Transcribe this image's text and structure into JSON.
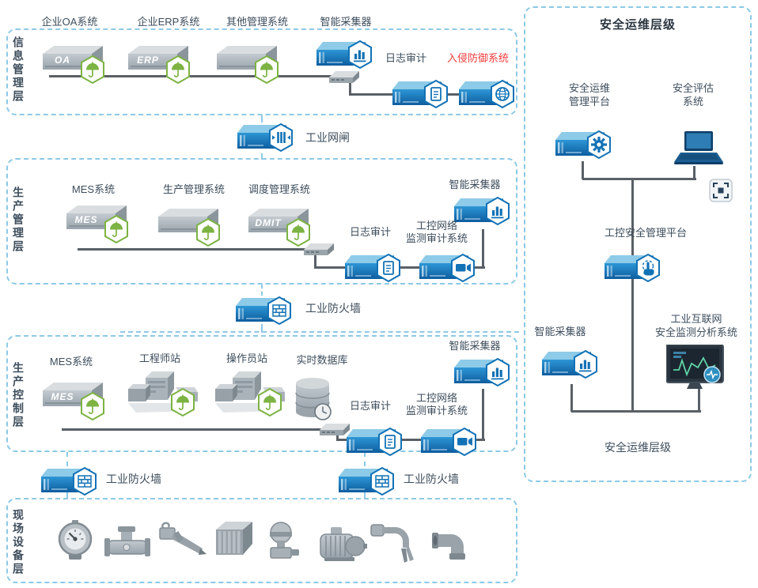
{
  "colors": {
    "dashed_border": "#8cc9e6",
    "label_text": "#3d4d5c",
    "alert_text": "#f23c3c",
    "appliance_blue": "#1272b6",
    "shield_green": "#7cb342",
    "bus_line": "#5a6066"
  },
  "info_layer": {
    "side_label": "信息管理层",
    "oa_label": "企业OA系统",
    "erp_label": "企业ERP系统",
    "other_label": "其他管理系统",
    "collector_label": "智能采集器",
    "log_audit_label": "日志审计",
    "ips_label": "入侵防御系统",
    "oa_badge": "OA",
    "erp_badge": "ERP"
  },
  "gateway": {
    "label": "工业网闸"
  },
  "prod_mgmt_layer": {
    "side_label": "生产管理层",
    "mes_label": "MES系统",
    "prod_sys_label": "生产管理系统",
    "dispatch_label": "调度管理系统",
    "collector_label": "智能采集器",
    "log_audit_label": "日志审计",
    "ics_audit_line1": "工控网络",
    "ics_audit_line2": "监测审计系统",
    "mes_badge": "MES",
    "dispatch_badge": "DMIT"
  },
  "firewall_mid": {
    "label": "工业防火墙"
  },
  "prod_ctrl_layer": {
    "side_label": "生产控制层",
    "mes_label": "MES系统",
    "engineer_label": "工程师站",
    "operator_label": "操作员站",
    "rtdb_label": "实时数据库",
    "collector_label": "智能采集器",
    "log_audit_label": "日志审计",
    "ics_audit_line1": "工控网络",
    "ics_audit_line2": "监测审计系统",
    "mes_badge": "MES"
  },
  "firewall_left": {
    "label": "工业防火墙"
  },
  "firewall_right": {
    "label": "工业防火墙"
  },
  "field_layer": {
    "side_label": "现场设备层"
  },
  "ops_panel": {
    "title": "安全运维层级",
    "ops_line1": "安全运维",
    "ops_line2": "管理平台",
    "assess_line1": "安全评估",
    "assess_line2": "系统",
    "ics_mgmt_label": "工控安全管理平台",
    "collector_label": "智能采集器",
    "monitor_line1": "工业互联网",
    "monitor_line2": "安全监测分析系统",
    "bottom_label": "安全运维层级"
  },
  "icons": {
    "collector_glyph": "bar-chart-icon",
    "log_audit_glyph": "document-icon",
    "ips_glyph": "globe-icon",
    "gateway_glyph": "data-gate-icon",
    "firewall_glyph": "brick-wall-icon",
    "ops_platform_glyph": "gear-icon",
    "ics_mgmt_glyph": "touch-hand-icon",
    "ics_audit_glyph": "camera-icon",
    "server_badge_glyph": "umbrella-shield-icon"
  }
}
